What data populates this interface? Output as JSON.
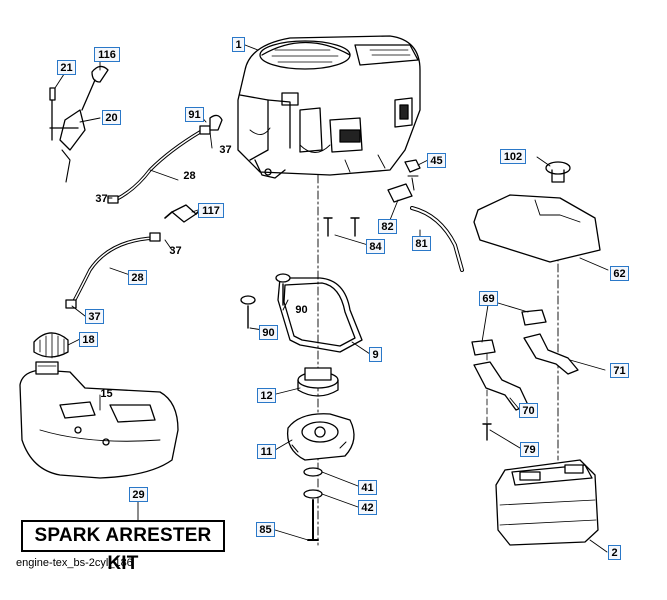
{
  "callouts": [
    {
      "id": "c1",
      "text": "1"
    },
    {
      "id": "c116",
      "text": "116"
    },
    {
      "id": "c21",
      "text": "21"
    },
    {
      "id": "c20",
      "text": "20"
    },
    {
      "id": "c91",
      "text": "91"
    },
    {
      "id": "c37a",
      "text": "37"
    },
    {
      "id": "c28a",
      "text": "28"
    },
    {
      "id": "c37b",
      "text": "37"
    },
    {
      "id": "c117",
      "text": "117"
    },
    {
      "id": "c37c",
      "text": "37"
    },
    {
      "id": "c28b",
      "text": "28"
    },
    {
      "id": "c37d",
      "text": "37"
    },
    {
      "id": "c18",
      "text": "18"
    },
    {
      "id": "c15",
      "text": "15"
    },
    {
      "id": "c29",
      "text": "29"
    },
    {
      "id": "c45",
      "text": "45"
    },
    {
      "id": "c82",
      "text": "82"
    },
    {
      "id": "c84",
      "text": "84"
    },
    {
      "id": "c81",
      "text": "81"
    },
    {
      "id": "c102",
      "text": "102"
    },
    {
      "id": "c62",
      "text": "62"
    },
    {
      "id": "c90a",
      "text": "90"
    },
    {
      "id": "c90b",
      "text": "90"
    },
    {
      "id": "c9",
      "text": "9"
    },
    {
      "id": "c12",
      "text": "12"
    },
    {
      "id": "c11",
      "text": "11"
    },
    {
      "id": "c41",
      "text": "41"
    },
    {
      "id": "c42",
      "text": "42"
    },
    {
      "id": "c85",
      "text": "85"
    },
    {
      "id": "c69",
      "text": "69"
    },
    {
      "id": "c71",
      "text": "71"
    },
    {
      "id": "c70",
      "text": "70"
    },
    {
      "id": "c79",
      "text": "79"
    },
    {
      "id": "c2",
      "text": "2"
    }
  ],
  "kit_label": "SPARK ARRESTER KIT",
  "caption": "engine-tex_bs-2cyl_186"
}
